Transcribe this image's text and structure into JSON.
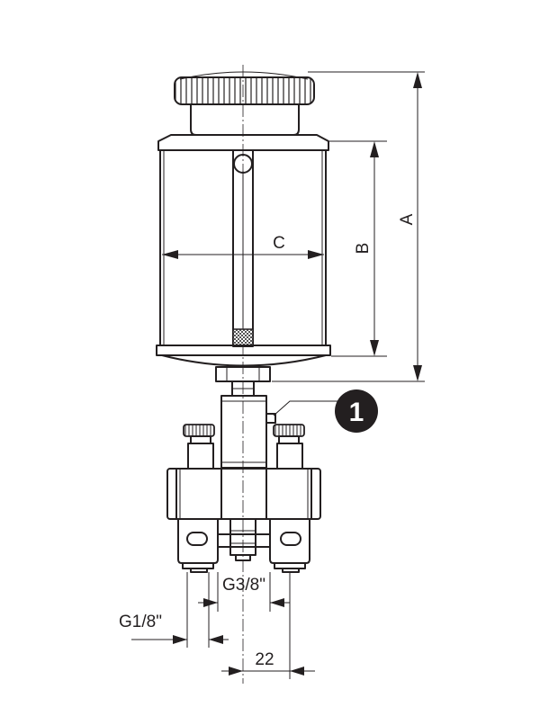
{
  "dimensions": {
    "a": "A",
    "b": "B",
    "c": "C",
    "g38": "G3/8\"",
    "g18": "G1/8\"",
    "d22": "22"
  },
  "callout": {
    "number": "1"
  },
  "colors": {
    "line": "#231f20",
    "background": "#ffffff",
    "mesh": "#6d6d6d"
  }
}
